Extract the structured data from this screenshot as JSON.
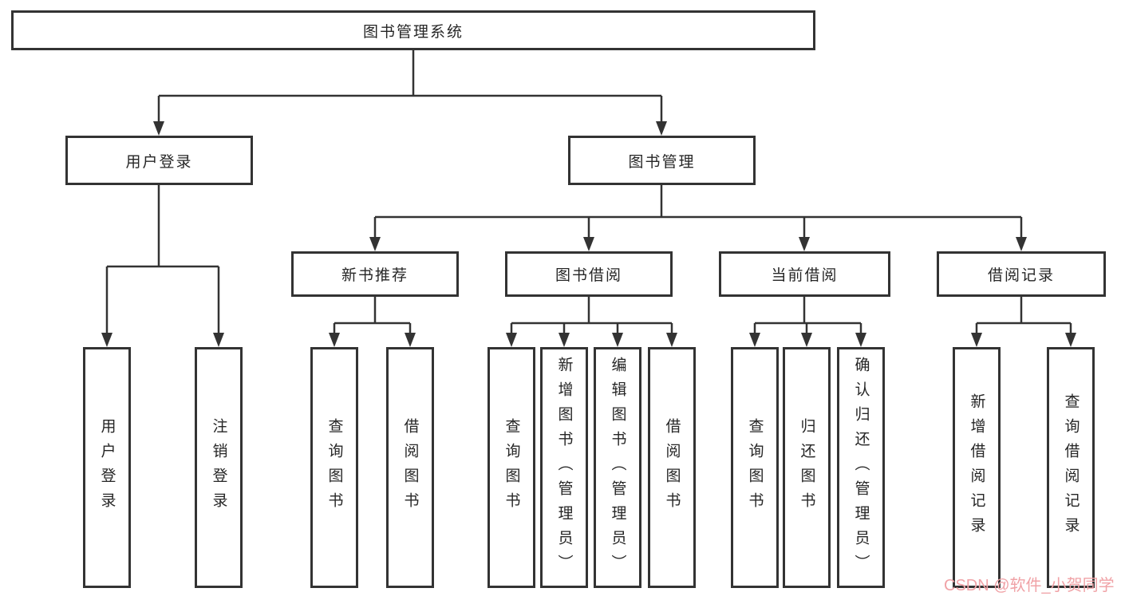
{
  "diagram": {
    "title": "图书管理系统",
    "level2": [
      {
        "label": "用户登录"
      },
      {
        "label": "图书管理"
      }
    ],
    "level3": [
      {
        "label": "新书推荐"
      },
      {
        "label": "图书借阅"
      },
      {
        "label": "当前借阅"
      },
      {
        "label": "借阅记录"
      }
    ],
    "leaves": {
      "user_login": [
        "用户登录",
        "注销登录"
      ],
      "new_books": [
        "查询图书",
        "借阅图书"
      ],
      "book_borrow": [
        "查询图书",
        "新增图书（管理员）",
        "编辑图书（管理员）",
        "借阅图书"
      ],
      "current_borrow": [
        "查询图书",
        "归还图书",
        "确认归还（管理员）"
      ],
      "borrow_records": [
        "新增借阅记录",
        "查询借阅记录"
      ]
    },
    "watermark": "CSDN @软件_小贺同学",
    "colors": {
      "line": "#333333",
      "box_fill": "#ffffff",
      "text": "#262626",
      "watermark": "#f0a2a6"
    }
  }
}
